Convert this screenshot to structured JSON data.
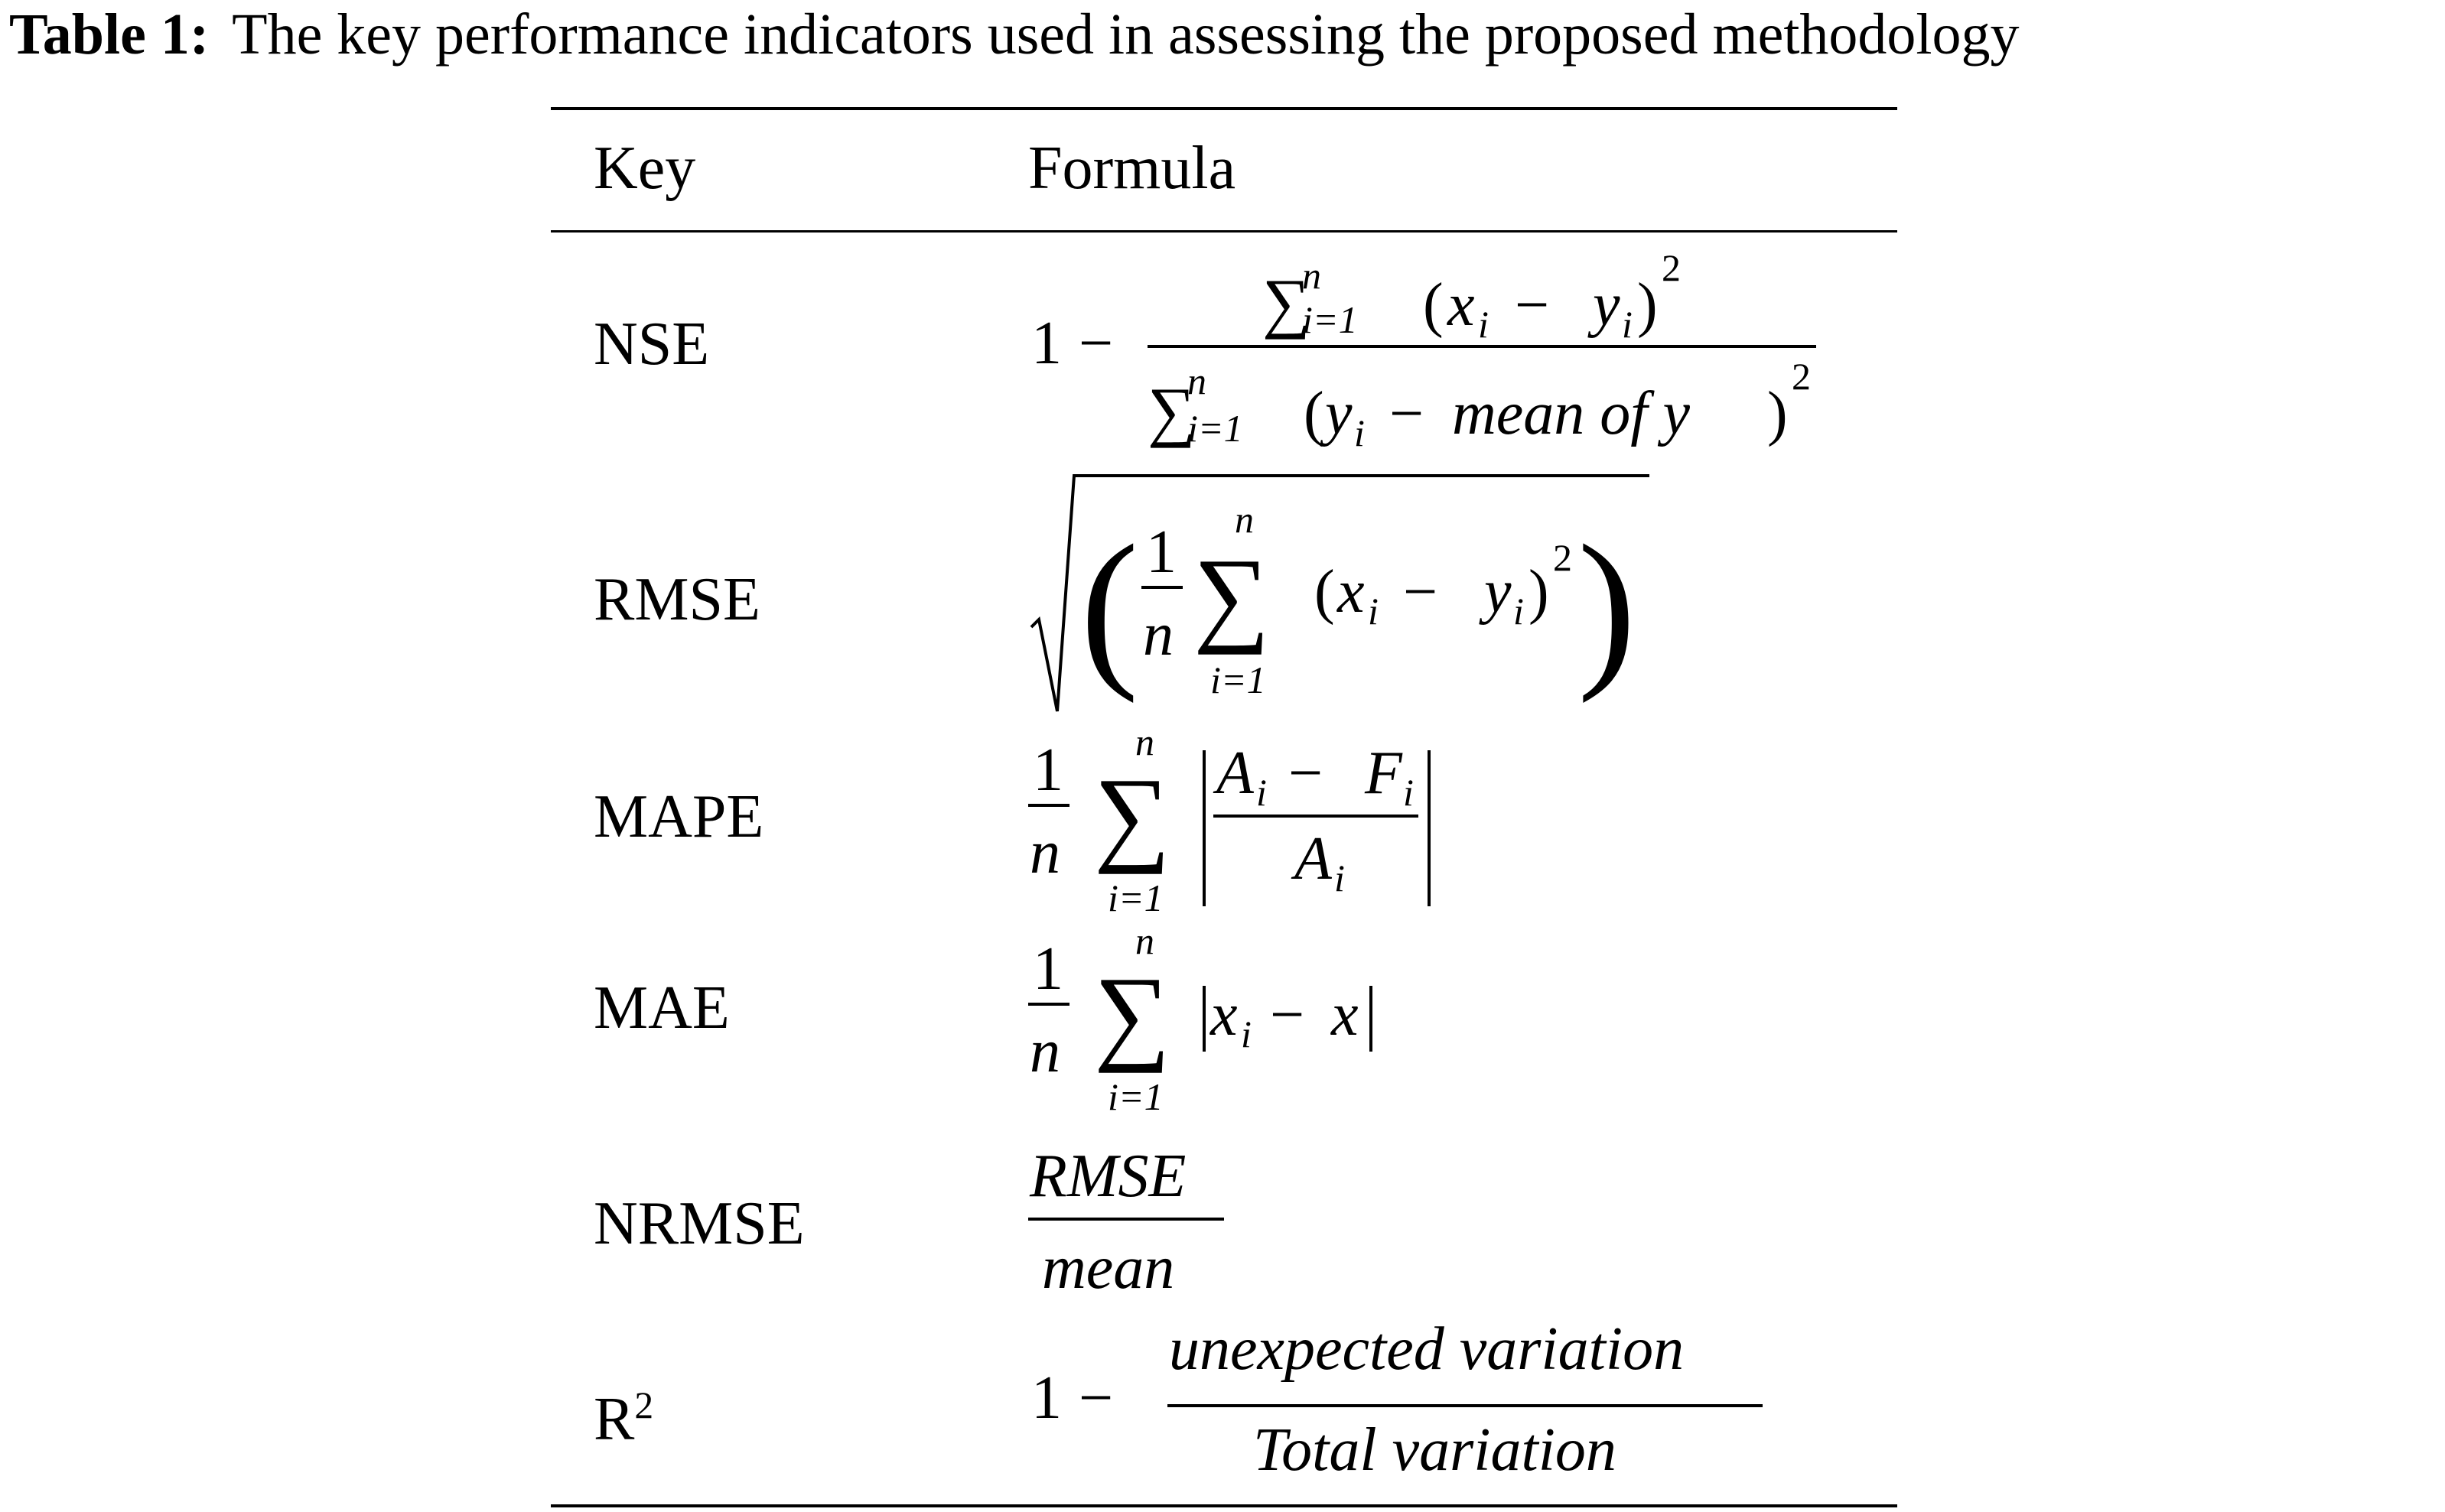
{
  "caption": {
    "label": "Table 1:",
    "text": "The key performance indicators used in assessing the proposed methodology"
  },
  "table": {
    "headers": {
      "key": "Key",
      "formula": "Formula"
    },
    "rows": [
      {
        "key": "NSE"
      },
      {
        "key": "RMSE"
      },
      {
        "key": "MAPE"
      },
      {
        "key": "MAE"
      },
      {
        "key": "NRMSE"
      },
      {
        "key": "R",
        "key_sup": "2"
      }
    ]
  },
  "formulas": {
    "nse": {
      "one": "1",
      "minus": "−",
      "sum": "∑",
      "sub_i": "i=1",
      "sup_n": "n",
      "num_l": "(",
      "num_x": "x",
      "num_i": "i",
      "num_m": "−",
      "num_y": "y",
      "num_i2": "i",
      "num_r": ")",
      "num_sq": "2",
      "den_l": "(",
      "den_y": "y",
      "den_i": "i",
      "den_m": "−",
      "den_mean": "mean of y",
      "den_r": ")",
      "den_sq": "2"
    },
    "rmse": {
      "paren_l": "(",
      "paren_r": ")",
      "one": "1",
      "n": "n",
      "sum": "∑",
      "sup_n": "n",
      "sub_i": "i=1",
      "l": "(",
      "x": "x",
      "i": "i",
      "m": "−",
      "y": "y",
      "i2": "i",
      "r": ")",
      "sq": "2"
    },
    "mape": {
      "one": "1",
      "n": "n",
      "sum": "∑",
      "sup_n": "n",
      "sub_i": "i=1",
      "num_a": "A",
      "num_i": "i",
      "num_m": "−",
      "num_f": "F",
      "num_i2": "i",
      "den_a": "A",
      "den_i": "i"
    },
    "mae": {
      "one": "1",
      "n": "n",
      "sum": "∑",
      "sup_n": "n",
      "sub_i": "i=1",
      "x": "x",
      "i": "i",
      "m": "−",
      "x2": "x"
    },
    "nrmse": {
      "num": "RMSE",
      "den": "mean"
    },
    "r2": {
      "one": "1",
      "minus": "−",
      "num": "unexpected variation",
      "den": "Total variation"
    }
  }
}
